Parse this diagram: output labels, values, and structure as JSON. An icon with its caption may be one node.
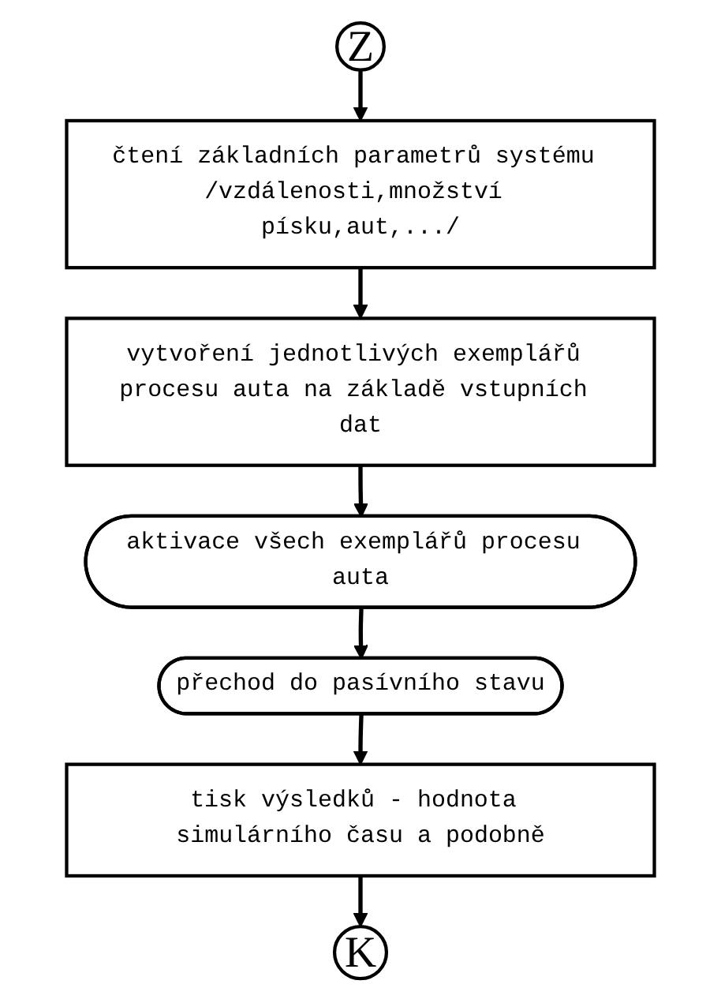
{
  "diagram": {
    "nodes": [
      {
        "text": [
          "Z"
        ]
      },
      {
        "text": [
          "čtení základních parametrů systému /vzdálenosti,množství písku,aut,.../"
        ]
      },
      {
        "text": [
          "vytvoření jednotlivých exemplářů procesu auta na základě vstupních dat"
        ]
      },
      {
        "text": [
          "aktivace všech exemplářů procesu auta"
        ]
      },
      {
        "text": [
          "přechod do pasívního stavu"
        ]
      },
      {
        "text": [
          "tisk výsledků - hodnota simulárního času a podobně"
        ]
      },
      {
        "text": [
          "K"
        ]
      }
    ],
    "edges": [
      {
        "from": 0,
        "to": 1,
        "arrow": "to"
      },
      {
        "from": 1,
        "to": 2,
        "arrow": "to"
      },
      {
        "from": 2,
        "to": 3,
        "arrow": "to"
      },
      {
        "from": 3,
        "to": 4,
        "arrow": "to"
      },
      {
        "from": 4,
        "to": 5,
        "arrow": "to"
      },
      {
        "from": 5,
        "to": 6,
        "arrow": "to"
      }
    ]
  }
}
